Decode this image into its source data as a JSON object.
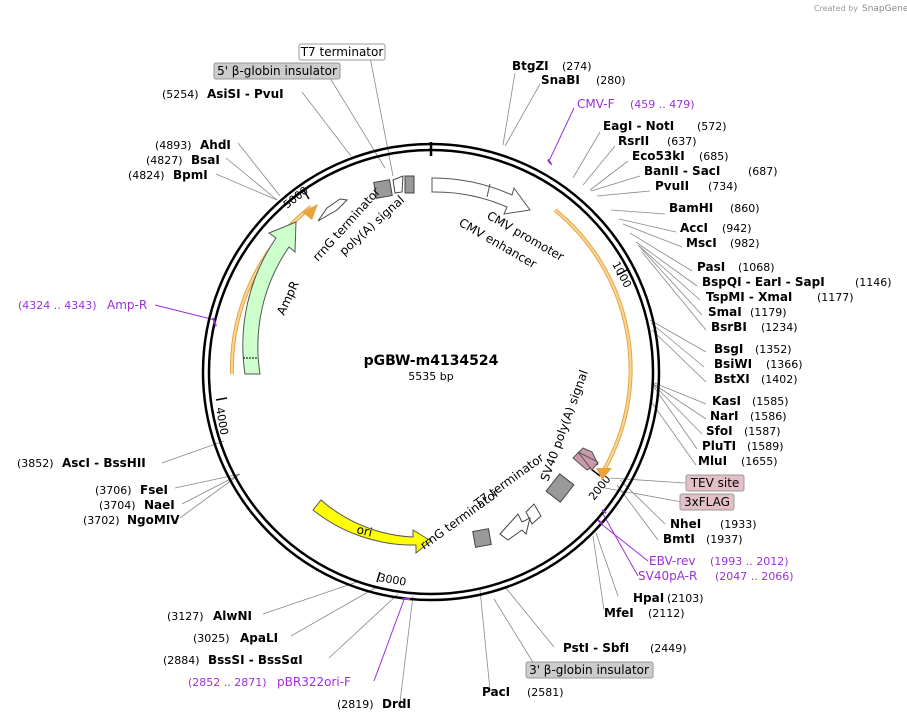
{
  "credit": {
    "prefix": "Created by",
    "brand": "SnapGene"
  },
  "plasmid": {
    "name": "pGBW-m4134524",
    "length": "5535 bp"
  },
  "ticks": [
    "1000",
    "2000",
    "3000",
    "4000",
    "5000"
  ],
  "sites": {
    "btgzi": {
      "name": "BtgZI",
      "pos": "(274)"
    },
    "snabi": {
      "name": "SnaBI",
      "pos": "(280)"
    },
    "eagi": {
      "name": "EagI  - NotI",
      "pos": "(572)"
    },
    "rsrii": {
      "name": "RsrII",
      "pos": "(637)"
    },
    "eco53ki": {
      "name": "Eco53kI",
      "pos": "(685)"
    },
    "banii": {
      "name": "BanII  - SacI",
      "pos": "(687)"
    },
    "pvuii": {
      "name": "PvuII",
      "pos": "(734)"
    },
    "bamhi": {
      "name": "BamHI",
      "pos": "(860)"
    },
    "acci": {
      "name": "AccI",
      "pos": "(942)"
    },
    "msci": {
      "name": "MscI",
      "pos": "(982)"
    },
    "pasi": {
      "name": "PasI",
      "pos": "(1068)"
    },
    "bspqi": {
      "name": "BspQI  - EarI  - SapI",
      "pos": "(1146)"
    },
    "tspmi": {
      "name": "TspMI  - XmaI",
      "pos": "(1177)"
    },
    "smai": {
      "name": "SmaI",
      "pos": "(1179)"
    },
    "bsrbi": {
      "name": "BsrBI",
      "pos": "(1234)"
    },
    "bsgi": {
      "name": "BsgI",
      "pos": "(1352)"
    },
    "bsiwi": {
      "name": "BsiWI",
      "pos": "(1366)"
    },
    "bstxi": {
      "name": "BstXI",
      "pos": "(1402)"
    },
    "kasi": {
      "name": "KasI",
      "pos": "(1585)"
    },
    "nari": {
      "name": "NarI",
      "pos": "(1586)"
    },
    "sfoi": {
      "name": "SfoI",
      "pos": "(1587)"
    },
    "pluti": {
      "name": "PluTI",
      "pos": "(1589)"
    },
    "mlui": {
      "name": "MluI",
      "pos": "(1655)"
    },
    "nhei": {
      "name": "NheI",
      "pos": "(1933)"
    },
    "bmti": {
      "name": "BmtI",
      "pos": "(1937)"
    },
    "hpai": {
      "name": "HpaI",
      "pos": "(2103)"
    },
    "mfei": {
      "name": "MfeI",
      "pos": "(2112)"
    },
    "psti": {
      "name": "PstI  - SbfI",
      "pos": "(2449)"
    },
    "paci": {
      "name": "PacI",
      "pos": "(2581)"
    },
    "drdi": {
      "name": "DrdI",
      "pos": "(2819)"
    },
    "bsssi": {
      "name": "BssSI  - BssSαI",
      "pos": "(2884)"
    },
    "apali": {
      "name": "ApaLI",
      "pos": "(3025)"
    },
    "alwni": {
      "name": "AlwNI",
      "pos": "(3127)"
    },
    "ngomiv": {
      "name": "NgoMIV",
      "pos": "(3702)"
    },
    "naei": {
      "name": "NaeI",
      "pos": "(3704)"
    },
    "fsei": {
      "name": "FseI",
      "pos": "(3706)"
    },
    "asci": {
      "name": "AscI  - BssHII",
      "pos": "(3852)"
    },
    "bpmi": {
      "name": "BpmI",
      "pos": "(4824)"
    },
    "bsai": {
      "name": "BsaI",
      "pos": "(4827)"
    },
    "ahdi": {
      "name": "AhdI",
      "pos": "(4893)"
    },
    "asisi": {
      "name": "AsiSI  - PvuI",
      "pos": "(5254)"
    }
  },
  "primers": {
    "cmvf": {
      "name": "CMV-F",
      "range": "(459 .. 479)"
    },
    "ebvrev": {
      "name": "EBV-rev",
      "range": "(1993 .. 2012)"
    },
    "sv40par": {
      "name": "SV40pA-R",
      "range": "(2047 .. 2066)"
    },
    "pbr322": {
      "name": "pBR322ori-F",
      "range": "(2852 .. 2871)"
    },
    "ampr": {
      "name": "Amp-R",
      "range": "(4324 .. 4343)"
    }
  },
  "boxed_labels": {
    "t7term_top": "T7 terminator",
    "globin5": "5' β-globin insulator",
    "tev": "TEV site",
    "flag": "3xFLAG",
    "globin3": "3' β-globin insulator"
  },
  "features": {
    "cmv_promoter": "CMV promoter",
    "cmv_enhancer": "CMV enhancer",
    "sv40": "SV40 poly(A) signal",
    "t7term": "T7 terminator",
    "rrng1": "rrnG terminator",
    "rrng2": "rrnG terminator",
    "polya": "poly(A) signal",
    "ampr": "AmpR",
    "ori": "ori"
  },
  "colors": {
    "backbone": "#000000",
    "primer": "#9b30d9",
    "orange_arrow": "#e8a33c",
    "ampr_fill": "#ccffcc",
    "ori_fill": "#ffff00",
    "terminator_fill": "#999999",
    "tev_fill": "#cc99aa",
    "box_grey": "#cccccc"
  }
}
